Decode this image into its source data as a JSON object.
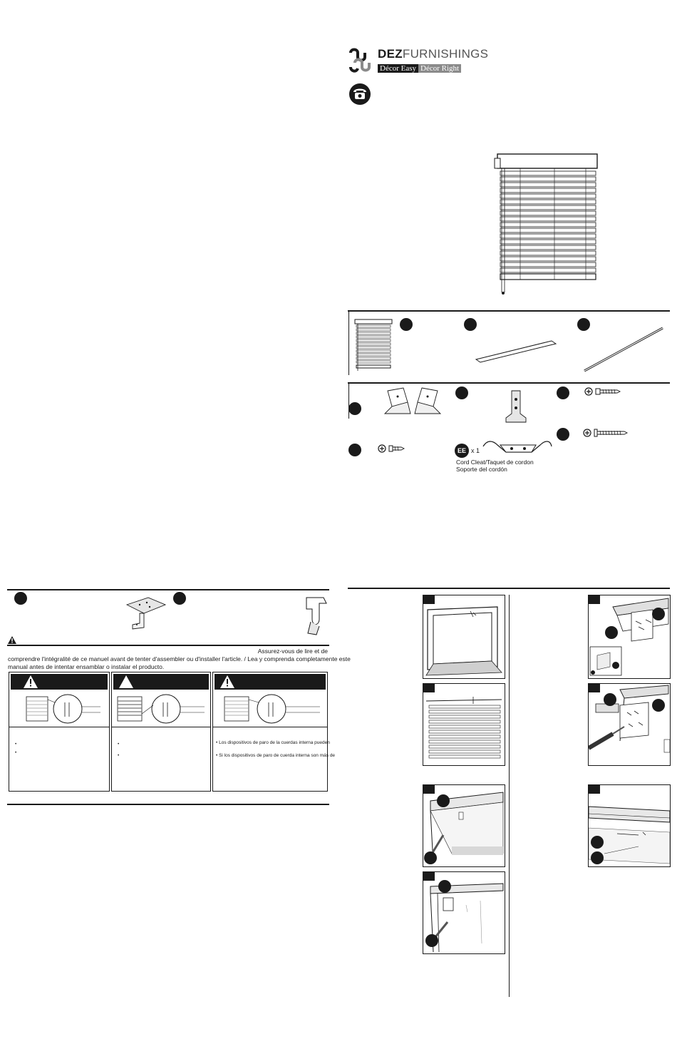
{
  "brand": {
    "name_bold": "DEZ",
    "name_light": "FURNISHINGS",
    "tagline_left": "Décor Easy",
    "tagline_right": "Décor Right"
  },
  "parts": {
    "ee_label": "EE",
    "ee_qty": "x 1",
    "ee_caption_line1": "Cord Cleat/Taquet de cordon",
    "ee_caption_line2": "Soporte del cordón"
  },
  "notice": {
    "line1": "Assurez-vous de lire et de",
    "line2": "comprendre l'intégralité de ce manuel avant de tenter d'assembler ou d'installer l'article. / Lea y comprenda completamente este",
    "line3": "manual antes de intentar ensamblar o instalar el producto."
  },
  "warning_boxes": [
    {
      "bullets": [
        "",
        ""
      ]
    },
    {
      "bullets": [
        "",
        ""
      ]
    },
    {
      "bullets": [
        "Los dispositivos de paro de la cuerdas interna pueden",
        "Si los dispositivos de paro de cuerda interna son más de"
      ]
    }
  ],
  "colors": {
    "ink": "#1a1a1a",
    "gray": "#8a8a8a",
    "light": "#e6e6e6"
  },
  "icons": [
    "phone-icon",
    "warning-icon",
    "screw-icon",
    "mounting-bracket-icon",
    "cord-cleat-icon"
  ]
}
